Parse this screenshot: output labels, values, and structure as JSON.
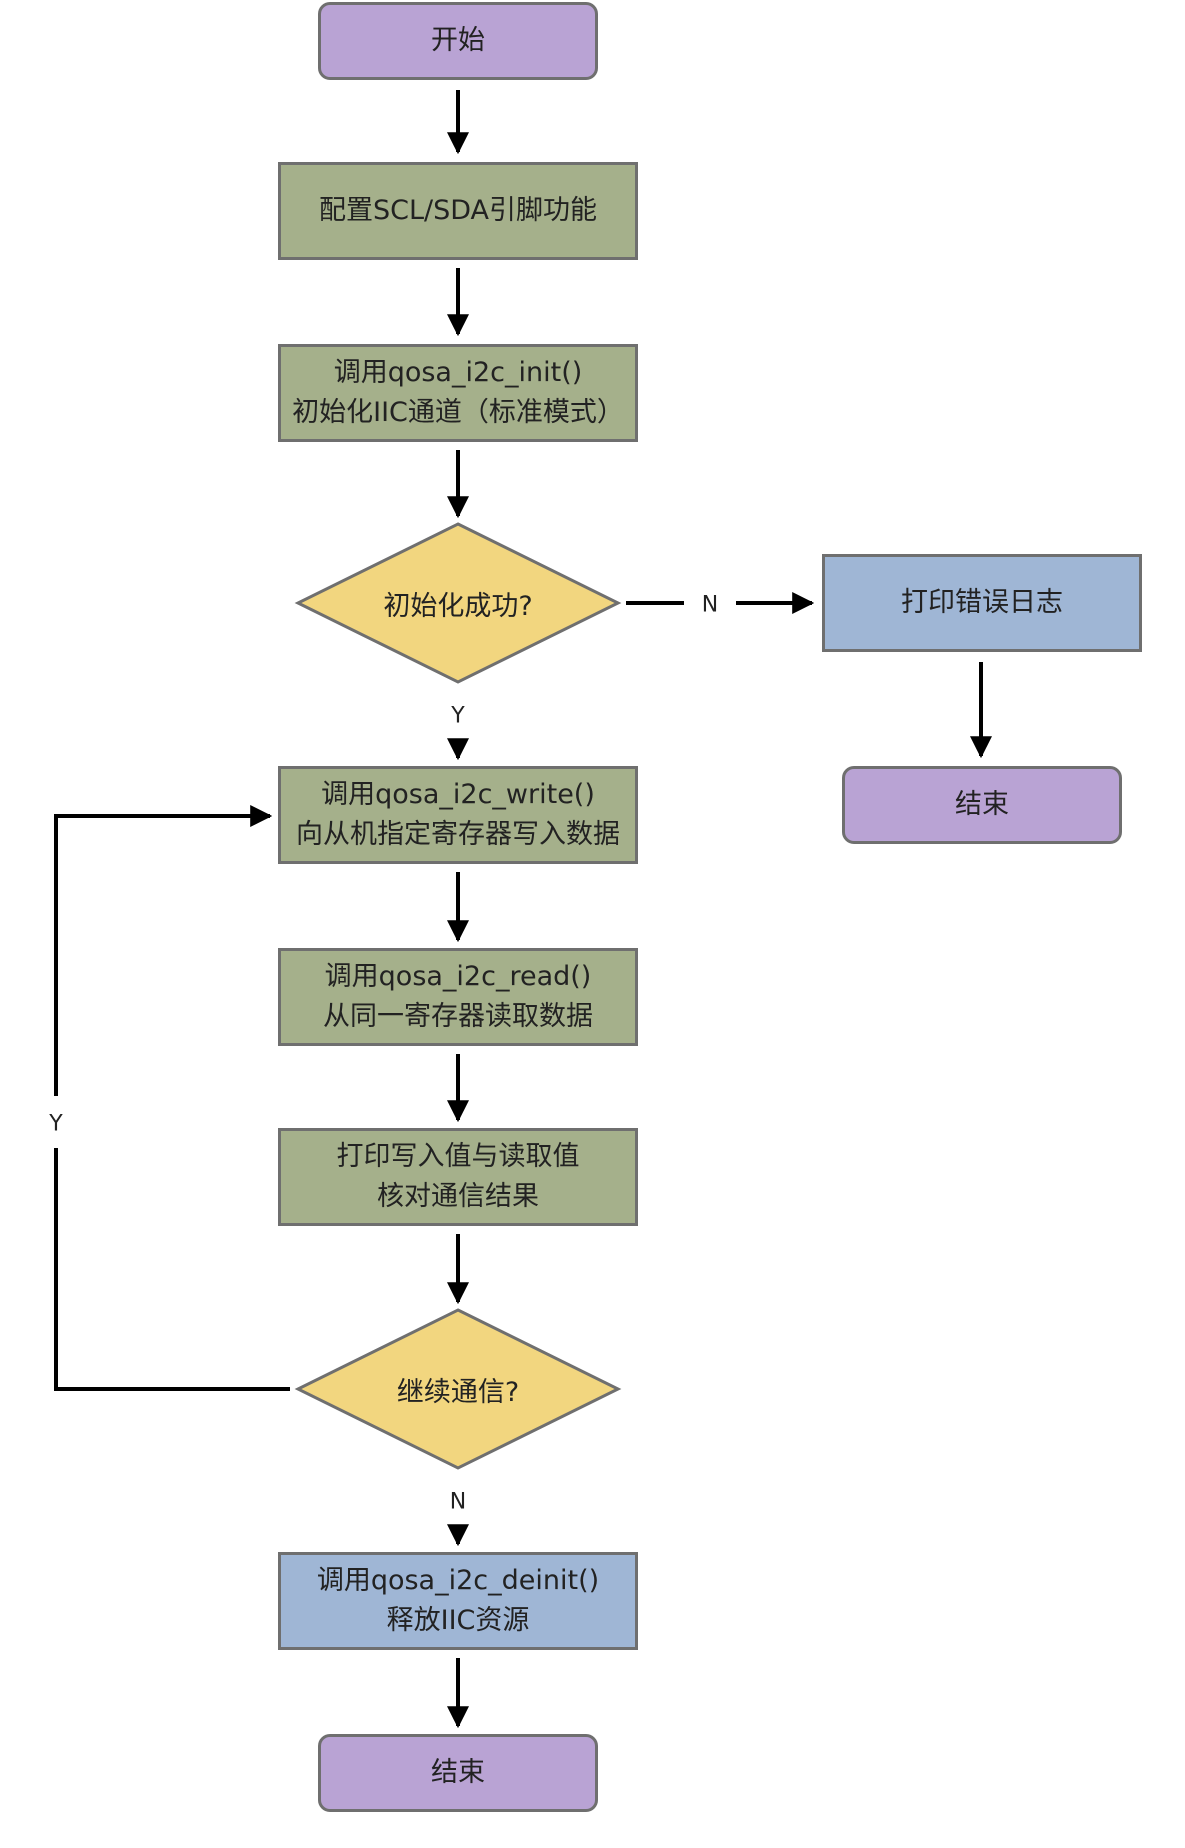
{
  "nodes": {
    "start": {
      "label": "开始"
    },
    "config_pins": {
      "label": "配置SCL/SDA引脚功能"
    },
    "init": {
      "line1": "调用qosa_i2c_init()",
      "line2": "初始化IIC通道（标准模式）"
    },
    "init_ok": {
      "label": "初始化成功?"
    },
    "log_error": {
      "label": "打印错误日志"
    },
    "end_error": {
      "label": "结束"
    },
    "write": {
      "line1": "调用qosa_i2c_write()",
      "line2": "向从机指定寄存器写入数据"
    },
    "read": {
      "line1": "调用qosa_i2c_read()",
      "line2": "从同一寄存器读取数据"
    },
    "print_compare": {
      "line1": "打印写入值与读取值",
      "line2": "核对通信结果"
    },
    "continue": {
      "label": "继续通信?"
    },
    "deinit": {
      "line1": "调用qosa_i2c_deinit()",
      "line2": "释放IIC资源"
    },
    "end": {
      "label": "结束"
    }
  },
  "edge_labels": {
    "init_no": "N",
    "init_yes": "Y",
    "continue_yes": "Y",
    "continue_no": "N"
  },
  "colors": {
    "terminal": "#b9a3d4",
    "process": "#a5b08b",
    "process_blue": "#9fb6d5",
    "decision": "#f2d67f",
    "border": "#6f6f6f",
    "arrow": "#000000"
  }
}
